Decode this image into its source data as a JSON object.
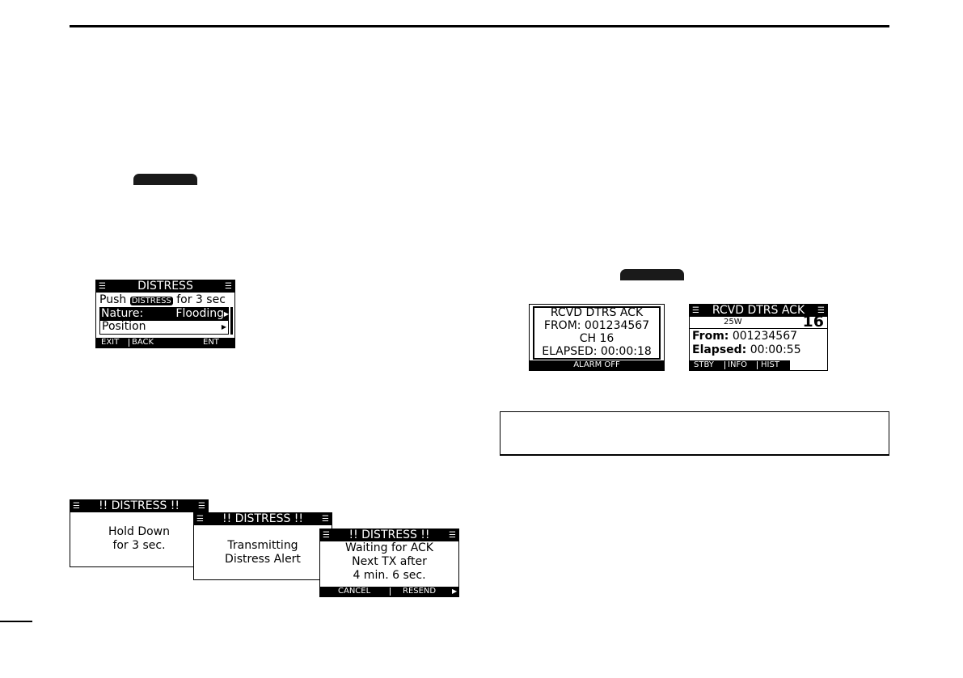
{
  "screen_distress_menu": {
    "title": "DISTRESS",
    "instruction_push": "Push",
    "instruction_key": "DISTRESS",
    "instruction_rest": "for 3 sec",
    "item_nature_label": "Nature:",
    "item_nature_value": "Flooding",
    "item_position_label": "Position",
    "soft_exit": "EXIT",
    "soft_back": "BACK",
    "soft_ent": "ENT"
  },
  "screen_hold": {
    "title": "!! DISTRESS !!",
    "line1": "Hold Down",
    "line2": "for 3 sec."
  },
  "screen_transmitting": {
    "title": "!! DISTRESS !!",
    "line1": "Transmitting",
    "line2": "Distress Alert"
  },
  "screen_waiting": {
    "title": "!! DISTRESS !!",
    "line1": "Waiting for ACK",
    "line2": "Next TX after",
    "line3": "4 min. 6 sec.",
    "soft_cancel": "CANCEL",
    "soft_resend": "RESEND"
  },
  "screen_ack_alarm": {
    "line1": "RCVD DTRS ACK",
    "line2": "FROM: 001234567",
    "line3": "CH 16",
    "line4": "ELAPSED: 00:00:18",
    "soft_alarm_off": "ALARM OFF"
  },
  "screen_ack_info": {
    "title": "RCVD DTRS ACK",
    "power": "25W",
    "channel": "16",
    "from_label": "From:",
    "from_value": "001234567",
    "elapsed_label": "Elapsed:",
    "elapsed_value": "00:00:55",
    "soft_stby": "STBY",
    "soft_info": "INFO",
    "soft_hist": "HIST"
  }
}
